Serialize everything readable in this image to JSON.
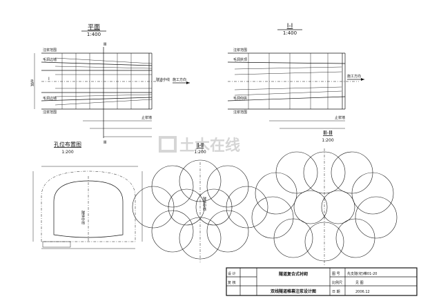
{
  "plan": {
    "title": "平面",
    "scale": "1:400",
    "section_mark": "Ⅲ",
    "section_mark_bottom": "Ⅲ",
    "axis_mark": "Ⅰ",
    "labels": {
      "grout_range_top": "注浆范围",
      "pipe_pos_top": "毛洞边墙",
      "center_label": "隧道中线",
      "pipe_pos_bottom": "毛洞边墙",
      "grout_range_bottom": "注浆范围",
      "dir": "施工方向",
      "stop_wall": "止浆墙",
      "left_axis": "毛洞"
    }
  },
  "section1": {
    "title": "Ⅰ-Ⅰ",
    "scale": "1:400",
    "labels": {
      "grout_range_top": "注浆范围",
      "pipe_pos_top": "毛洞拱顶",
      "pipe_pos_bottom": "毛洞仰拱",
      "grout_range_bottom": "注浆范围",
      "dir": "施工方向",
      "stop_wall": "止浆墙"
    }
  },
  "holes": {
    "title": "孔位布置图",
    "scale": "1:200",
    "inner_label": "隧道中线"
  },
  "section2": {
    "title": "Ⅱ-Ⅱ",
    "scale": "1:200",
    "inner_label": "隧道中线"
  },
  "section3": {
    "title": "Ⅲ-Ⅲ",
    "scale": "1:200"
  },
  "watermark": {
    "text": "土木在线"
  },
  "titleblock": {
    "design": "设 计",
    "review": "复 核",
    "title_line1": "隧道复合式衬砌",
    "title_line2": "双线隧道帷幕注浆设计图",
    "drawing_no_label": "图 号",
    "drawing_no": "先支隧(初)帷01-20",
    "scale_label": "比例尺",
    "scale_value": "见 图",
    "date_label": "日 期",
    "date_value": "2006.12"
  }
}
